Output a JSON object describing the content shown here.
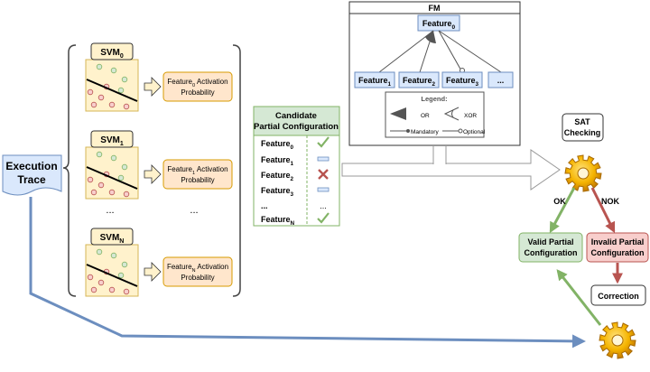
{
  "execution_trace": {
    "line1": "Execution",
    "line2": "Trace"
  },
  "svms": [
    {
      "name": "SVM",
      "sub": "0",
      "out_pre": "Feature",
      "out_sub": "0",
      "out_post": " Activation",
      "out_line2": "Probability"
    },
    {
      "name": "SVM",
      "sub": "1",
      "out_pre": "Feature",
      "out_sub": "1",
      "out_post": " Activation",
      "out_line2": "Probability"
    },
    {
      "name": "SVM",
      "sub": "N",
      "out_pre": "Feature",
      "out_sub": "N",
      "out_post": " Activation",
      "out_line2": "Probability"
    }
  ],
  "ellipsis": "...",
  "candidate": {
    "title_line1": "Candidate",
    "title_line2": "Partial Configuration",
    "rows": [
      {
        "pre": "Feature",
        "sub": "0",
        "status": "check"
      },
      {
        "pre": "Feature",
        "sub": "1",
        "status": "dash"
      },
      {
        "pre": "Feature",
        "sub": "2",
        "status": "cross"
      },
      {
        "pre": "Feature",
        "sub": "3",
        "status": "dash"
      },
      {
        "pre": "...",
        "sub": "",
        "status": "ellipsis"
      },
      {
        "pre": "Feature",
        "sub": "N",
        "status": "check"
      }
    ]
  },
  "fm": {
    "title": "FM",
    "root": {
      "pre": "Feature",
      "sub": "0"
    },
    "children": [
      {
        "pre": "Feature",
        "sub": "1"
      },
      {
        "pre": "Feature",
        "sub": "2"
      },
      {
        "pre": "Feature",
        "sub": "3"
      },
      {
        "pre": "...",
        "sub": ""
      }
    ],
    "legend": {
      "title": "Legend:",
      "or": "OR",
      "xor": "XOR",
      "mandatory": "Mandatory",
      "optional": "Optional"
    }
  },
  "sat": {
    "line1": "SAT",
    "line2": "Checking"
  },
  "ok": "OK",
  "nok": "NOK",
  "valid": {
    "line1": "Valid Partial",
    "line2": "Configuration"
  },
  "invalid": {
    "line1": "Invalid Partial",
    "line2": "Configuration"
  },
  "correction": "Correction",
  "colors": {
    "green_fill": "#d5e8d4",
    "green_stroke": "#82b366",
    "red_fill": "#f8cecc",
    "red_stroke": "#b85450",
    "yellow_fill": "#fff2cc",
    "yellow_stroke": "#d6b656",
    "orange_fill": "#ffe6cc",
    "orange_stroke": "#d79b00",
    "blue_fill": "#dae8fc",
    "blue_stroke": "#6c8ebf",
    "trace_line": "#6c8ebf"
  }
}
